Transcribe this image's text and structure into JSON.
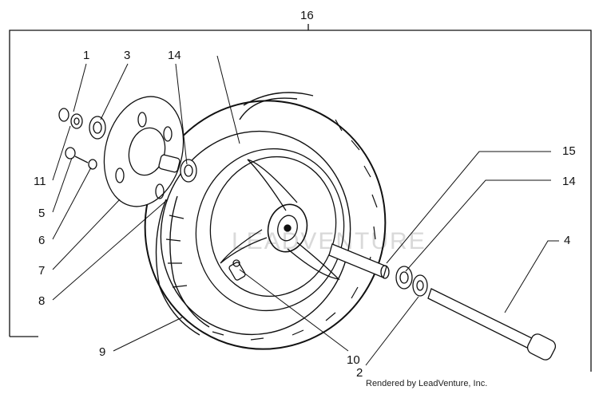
{
  "diagram": {
    "callouts": {
      "c1": "1",
      "c2": "2",
      "c3": "3",
      "c4": "4",
      "c5": "5",
      "c6": "6",
      "c7": "7",
      "c8": "8",
      "c9": "9",
      "c10": "10",
      "c11": "11",
      "c14a": "14",
      "c14b": "14",
      "c15": "15",
      "c16": "16"
    },
    "credit": "Rendered by LeadVenture, Inc.",
    "watermark": "LEADVENTURE"
  }
}
